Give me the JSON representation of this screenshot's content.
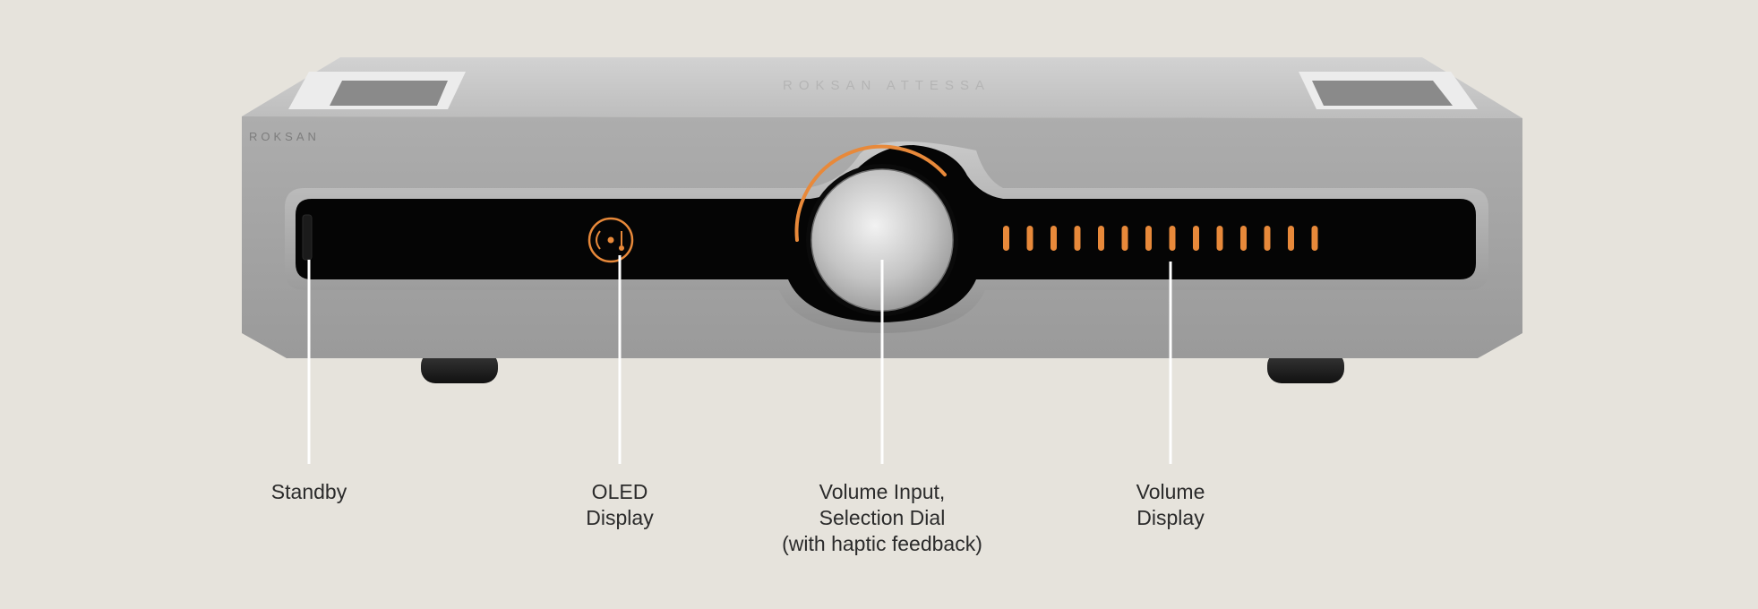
{
  "brand": {
    "front_logo": "ROKSAN",
    "top_logo": "ROKSAN ATTESSA"
  },
  "colors": {
    "background": "#e6e3dc",
    "chassis": "#a7a7a7",
    "display_panel": "#050505",
    "accent_orange": "#e8893a",
    "callout_line": "#ffffff",
    "label_text": "#2b2b2b"
  },
  "display": {
    "icon": "turntable-icon",
    "volume_level_bars": 14
  },
  "volume": {
    "ring_level": 0.45
  },
  "callouts": [
    {
      "id": "standby",
      "lines": [
        "Standby"
      ]
    },
    {
      "id": "oled-display",
      "lines": [
        "OLED",
        "Display"
      ]
    },
    {
      "id": "volume-dial",
      "lines": [
        "Volume Input,",
        "Selection Dial",
        "(with haptic feedback)"
      ]
    },
    {
      "id": "volume-display",
      "lines": [
        "Volume",
        "Display"
      ]
    }
  ]
}
